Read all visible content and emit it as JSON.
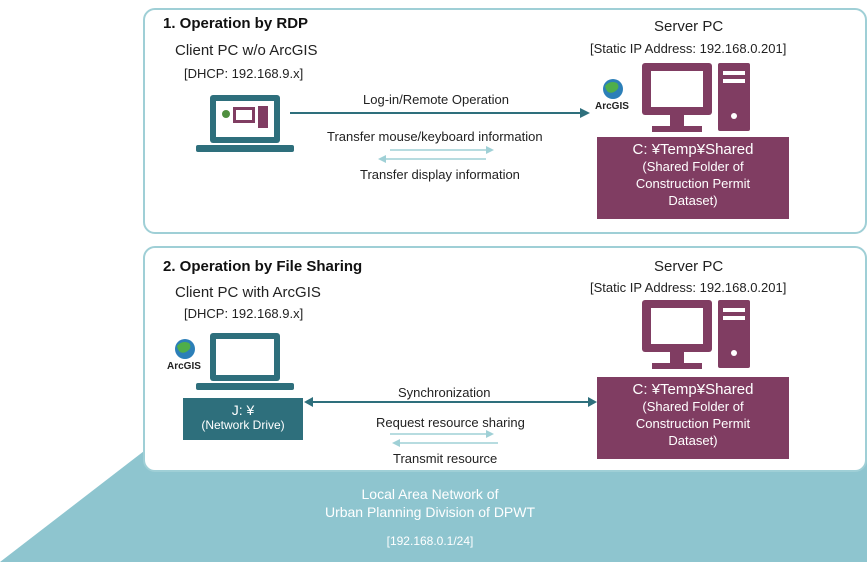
{
  "colors": {
    "panel_border": "#9fcfd6",
    "lan": "#8ec5cf",
    "shared_folder": "#803d62",
    "network_drive": "#2e6f7c",
    "monitor": "#2e6f7c",
    "server": "#803d62"
  },
  "panel1": {
    "title": "1. Operation by RDP",
    "client_title": "Client PC w/o ArcGIS",
    "client_ip": "[DHCP: 192.168.9.x]",
    "server_title": "Server PC",
    "server_ip": "[Static IP Address: 192.168.0.201]",
    "arcgis_label": "ArcGIS",
    "arrow1": "Log-in/Remote Operation",
    "arrow2": "Transfer mouse/keyboard information",
    "arrow3": "Transfer display information",
    "shared_path": "C: ¥Temp¥Shared",
    "shared_desc1": "(Shared Folder of",
    "shared_desc2": "Construction Permit",
    "shared_desc3": "Dataset)"
  },
  "panel2": {
    "title": "2. Operation by File Sharing",
    "client_title": "Client PC with ArcGIS",
    "client_ip": "[DHCP: 192.168.9.x]",
    "server_title": "Server PC",
    "server_ip": "[Static IP Address: 192.168.0.201]",
    "arcgis_label": "ArcGIS",
    "drive_letter": "J: ¥",
    "drive_label": "(Network Drive)",
    "arrow1": "Synchronization",
    "arrow2": "Request resource sharing",
    "arrow3": "Transmit resource",
    "shared_path": "C: ¥Temp¥Shared",
    "shared_desc1": "(Shared Folder of",
    "shared_desc2": "Construction Permit",
    "shared_desc3": "Dataset)"
  },
  "lan": {
    "line1": "Local Area Network of",
    "line2": "Urban Planning Division of DPWT",
    "subnet": "[192.168.0.1/24]"
  }
}
